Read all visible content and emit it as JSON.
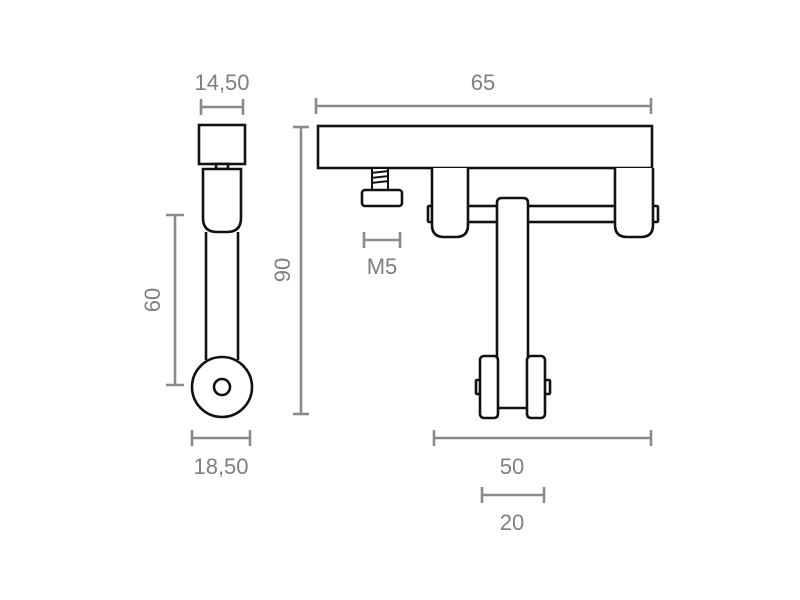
{
  "drawing": {
    "type": "technical drawing",
    "colors": {
      "background": "#ffffff",
      "outline": "#111111",
      "dimension": "#8a8a8a"
    },
    "side_view": {
      "dimensions": {
        "top_width": "14,50",
        "arm_length": "60",
        "wheel_width": "18,50"
      }
    },
    "front_view": {
      "dimensions": {
        "overall_width": "65",
        "overall_height": "90",
        "screw": "M5",
        "wheelbase": "50",
        "lower_wheel_width": "20"
      }
    }
  }
}
